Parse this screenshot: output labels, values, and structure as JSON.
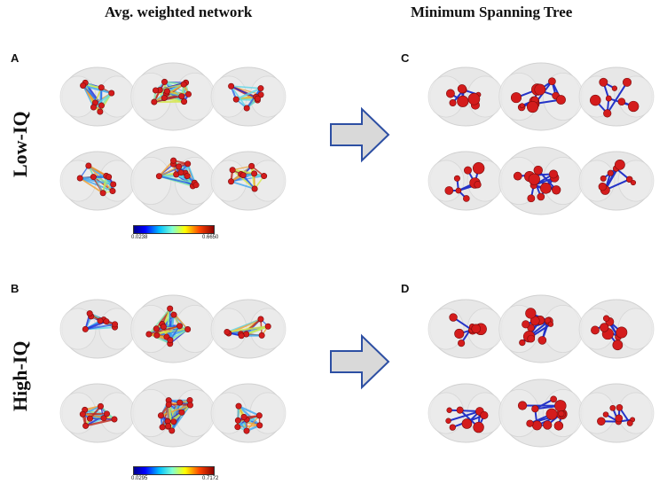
{
  "titles": {
    "left": "Avg. weighted network",
    "right": "Minimum Spanning Tree"
  },
  "panels": {
    "a": "A",
    "b": "B",
    "c": "C",
    "d": "D"
  },
  "rows": {
    "low": "Low-IQ",
    "high": "High-IQ"
  },
  "colorbars": {
    "top": {
      "min": "0.0238",
      "max": "0.6650"
    },
    "bottom": {
      "min": "0.0295",
      "max": "0.7172"
    }
  },
  "colors": {
    "node": "#d41c1c",
    "mst_edge": "#2433c8",
    "arrow_fill": "#d9d9d9",
    "arrow_stroke": "#2d4fa3",
    "brain": "#e3e3e3"
  }
}
